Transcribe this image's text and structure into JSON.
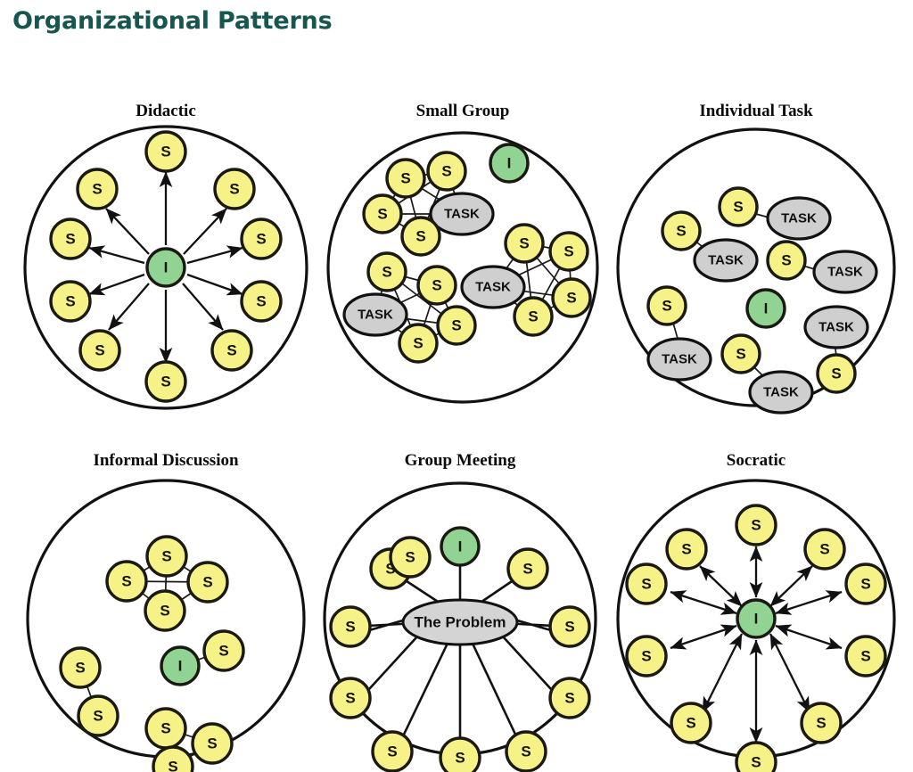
{
  "page": {
    "title": "Organizational Patterns",
    "title_color": "#17564f",
    "background": "#ffffff"
  },
  "legend_colors": {
    "student_node_fill": "#f7f287",
    "instructor_node_fill": "#90d392",
    "task_fill": "#cfcfcf",
    "problem_fill": "#d4d4d4",
    "stroke": "#111111"
  },
  "node_labels": {
    "student": "S",
    "instructor": "I",
    "task": "TASK",
    "problem": "The Problem"
  },
  "panels": [
    {
      "id": "didactic",
      "title": "Didactic",
      "student_count": 10,
      "instructor_count": 1,
      "task_count": 0,
      "arrow_style": "one-way-outward",
      "arrow_count": 10,
      "description": "Instructor at center broadcasts outward to ten students arranged on a ring"
    },
    {
      "id": "small-group",
      "title": "Small Group",
      "student_count": 12,
      "instructor_count": 1,
      "task_count": 3,
      "cluster_count": 3,
      "students_per_cluster": 4,
      "arrow_style": "none",
      "description": "Three fully connected clusters of four students each around a task; instructor unattached"
    },
    {
      "id": "individual-task",
      "title": "Individual Task",
      "student_count": 6,
      "instructor_count": 1,
      "task_count": 6,
      "arrow_style": "none",
      "description": "Six student-task pairs; instructor unattached at center"
    },
    {
      "id": "informal-discussion",
      "title": "Informal Discussion",
      "student_count": 10,
      "instructor_count": 1,
      "task_count": 0,
      "arrow_style": "none",
      "description": "A four-student cluster, a pair, a triangle, and the instructor linked to one student"
    },
    {
      "id": "group-meeting",
      "title": "Group Meeting",
      "student_count": 10,
      "instructor_count": 1,
      "task_count": 0,
      "problem_count": 1,
      "arrow_style": "plain-lines",
      "spoke_count": 11,
      "description": "Ten students plus the instructor all linked to a central problem"
    },
    {
      "id": "socratic",
      "title": "Socratic",
      "student_count": 10,
      "instructor_count": 1,
      "task_count": 0,
      "arrow_style": "two-way",
      "arrow_count": 10,
      "description": "Double-headed arrows between the central instructor and ten students"
    }
  ]
}
